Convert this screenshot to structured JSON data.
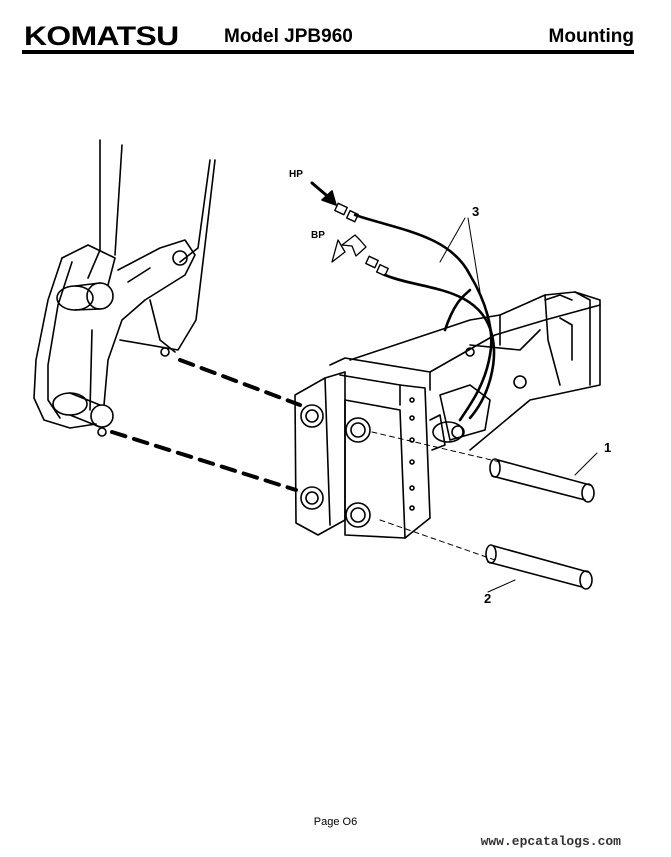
{
  "header": {
    "brand": "KOMATSU",
    "model": "Model JPB960",
    "section": "Mounting"
  },
  "callouts": {
    "hp": "HP",
    "bp": "BP",
    "item_1": "1",
    "item_2": "2",
    "item_3": "3"
  },
  "footer": {
    "page": "Page O6",
    "watermark": "www.epcatalogs.com"
  }
}
